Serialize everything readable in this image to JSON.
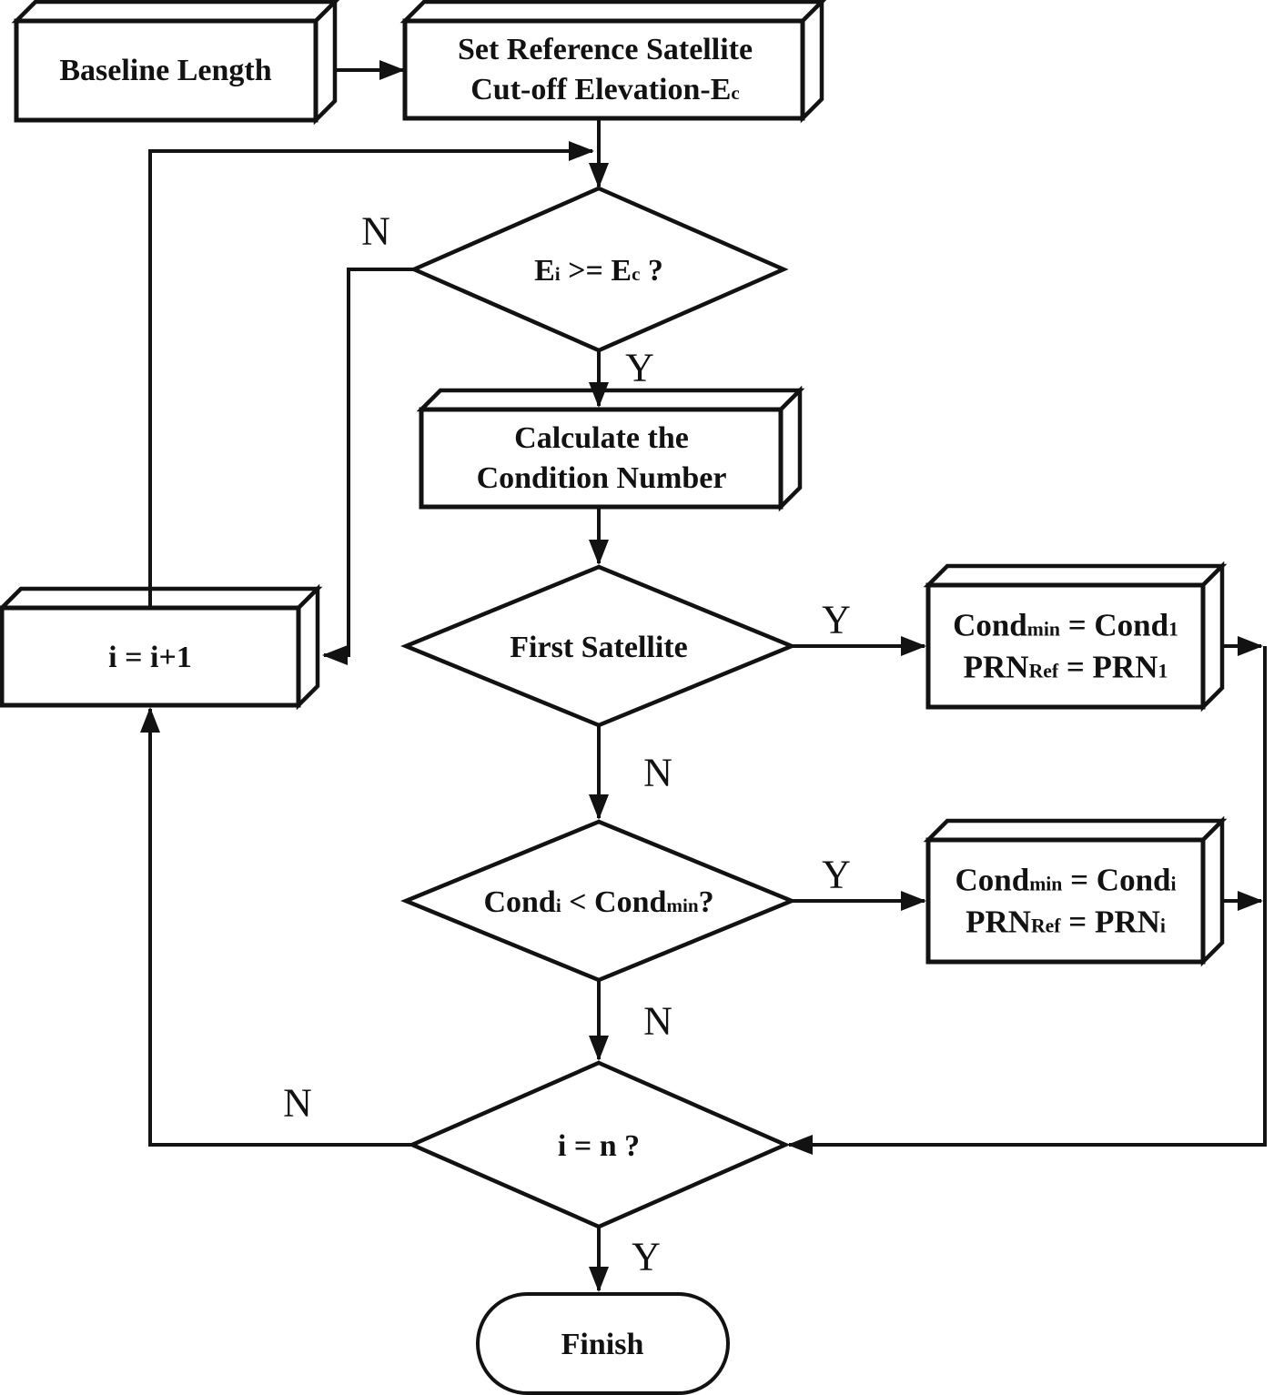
{
  "figure": {
    "description": "Flowchart: reference satellite selection by minimum condition number"
  },
  "colors": {
    "ink": "#121212",
    "background": "#ffffff"
  },
  "nodes": {
    "baseline": {
      "label": "Baseline Length"
    },
    "set_ref": {
      "lines": [
        "Set Reference Satellite",
        [
          {
            "t": "Cut-off Elevation-E"
          },
          {
            "t": "c",
            "sub": true
          }
        ]
      ]
    },
    "elev_check": {
      "label": [
        {
          "t": "E"
        },
        {
          "t": "i",
          "sub": true
        },
        {
          "t": " >= E"
        },
        {
          "t": "c",
          "sub": true
        },
        {
          "t": " ?"
        }
      ]
    },
    "calc_cond": {
      "lines": [
        "Calculate the",
        "Condition Number"
      ]
    },
    "first_sat": {
      "label": "First Satellite"
    },
    "init_min": {
      "lines": [
        [
          {
            "t": "Cond"
          },
          {
            "t": "min",
            "sub": true
          },
          {
            "t": " = Cond"
          },
          {
            "t": "1",
            "sub": true
          }
        ],
        [
          {
            "t": "PRN"
          },
          {
            "t": "Ref",
            "sub": true
          },
          {
            "t": " = PRN"
          },
          {
            "t": "1",
            "sub": true
          }
        ]
      ]
    },
    "cond_check": {
      "label": [
        {
          "t": "Cond"
        },
        {
          "t": "i",
          "sub": true
        },
        {
          "t": " < Cond"
        },
        {
          "t": "min",
          "sub": true
        },
        {
          "t": "?"
        }
      ]
    },
    "update_min": {
      "lines": [
        [
          {
            "t": "Cond"
          },
          {
            "t": "min",
            "sub": true
          },
          {
            "t": " = Cond"
          },
          {
            "t": "i",
            "sub": true
          }
        ],
        [
          {
            "t": "PRN"
          },
          {
            "t": "Ref",
            "sub": true
          },
          {
            "t": " = PRN"
          },
          {
            "t": "i",
            "sub": true
          }
        ]
      ]
    },
    "loop_check": {
      "label": "i = n ?"
    },
    "increment": {
      "label": "i = i+1"
    },
    "finish": {
      "label": "Finish"
    }
  },
  "edge_labels": {
    "elev_no": "N",
    "elev_yes": "Y",
    "first_yes": "Y",
    "first_no": "N",
    "cond_yes": "Y",
    "cond_no": "N",
    "loop_no": "N",
    "loop_yes": "Y"
  }
}
